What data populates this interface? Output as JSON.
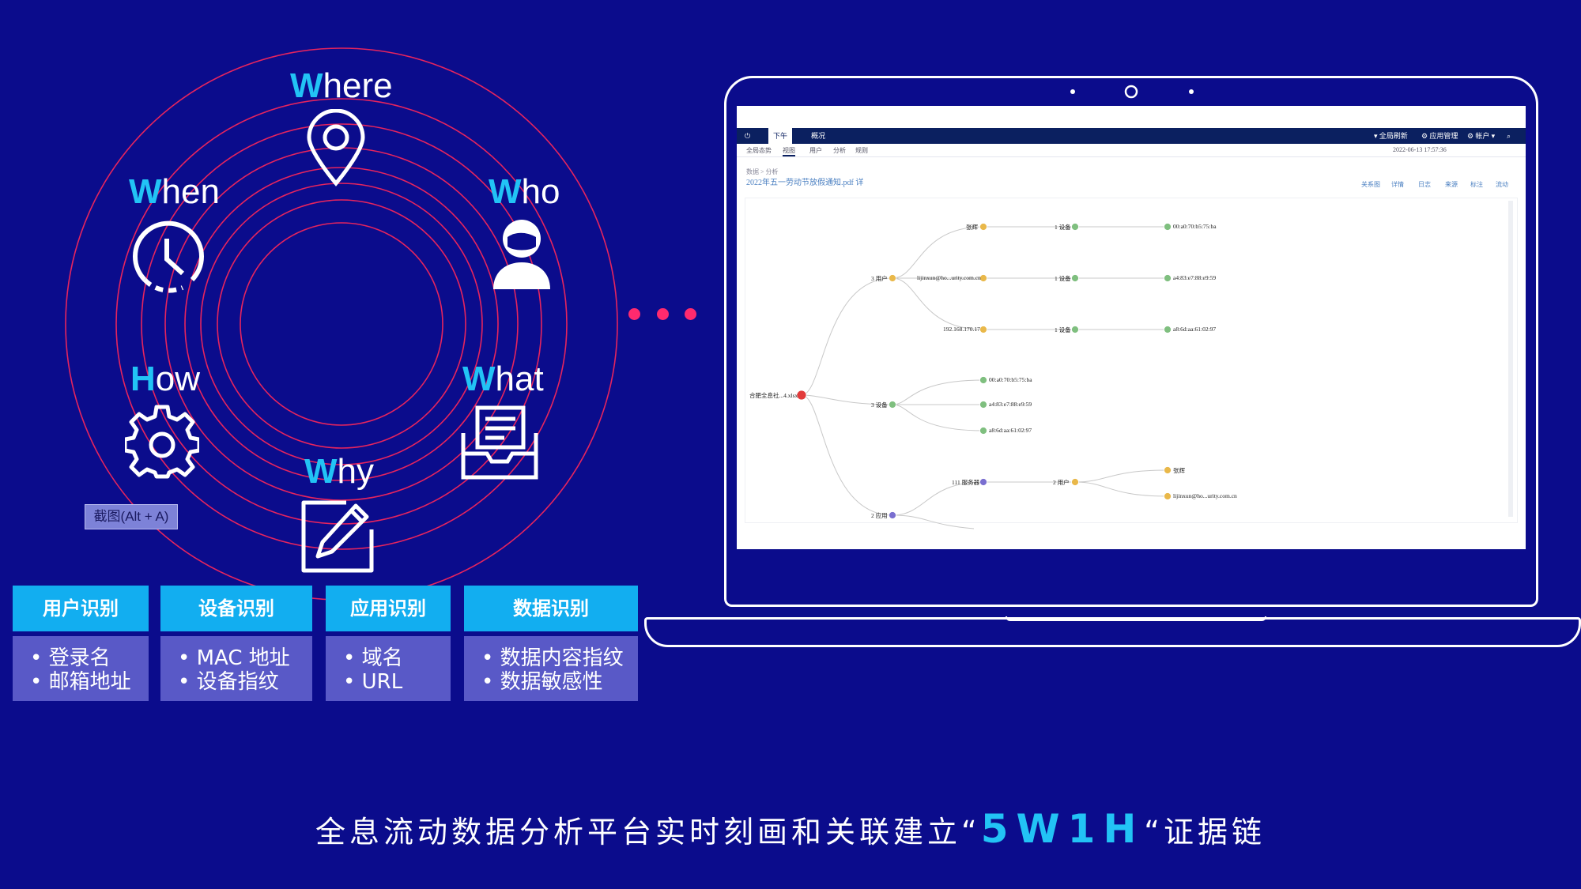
{
  "labels": {
    "where": {
      "first": "W",
      "rest": "here"
    },
    "when": {
      "first": "W",
      "rest": "hen"
    },
    "who": {
      "first": "W",
      "rest": "ho"
    },
    "how": {
      "first": "H",
      "rest": "ow"
    },
    "what": {
      "first": "W",
      "rest": "hat"
    },
    "why": {
      "first": "W",
      "rest": "hy"
    }
  },
  "tooltip": "截图(Alt + A)",
  "cards": [
    {
      "title": "用户识别",
      "items": [
        "• 登录名",
        "• 邮箱地址"
      ]
    },
    {
      "title": "设备识别",
      "items": [
        "• MAC 地址",
        "• 设备指纹"
      ]
    },
    {
      "title": "应用识别",
      "items": [
        "• 域名",
        "• URL"
      ]
    },
    {
      "title": "数据识别",
      "items": [
        "• 数据内容指纹",
        "• 数据敏感性"
      ]
    }
  ],
  "caption": {
    "before": "全息流动数据分析平台实时刻画和关联建立“",
    "highlight": "5W1H",
    "after": "“证据链"
  },
  "colors": {
    "background": "#0b0c8c",
    "accent": "#22c3f5",
    "ring": "#e6245e",
    "card_head": "#12aef0",
    "card_body": "#5959c7"
  },
  "app": {
    "tabs": [
      "下午",
      "概况"
    ],
    "top_right": [
      "▾ 全局刷新",
      "⚙ 应用管理",
      "⚙ 帐户 ▾"
    ],
    "sub_tabs": [
      "全局态势",
      "视图",
      "用户",
      "分析",
      "规则"
    ],
    "date_text": "2022-06-13 17:57:36",
    "breadcrumb": "数据 > 分析",
    "doc_title": "2022年五一劳动节放假通知.pdf 详",
    "right_tabs": [
      "关系图",
      "详情",
      "日志",
      "来源",
      "标注",
      "流动"
    ],
    "graph_nodes": {
      "root": "合肥全息社...4.xlsx",
      "users": "3 用户",
      "devices": "3 设备",
      "apps": "2 应用",
      "user1": "张辉",
      "user2": "lijinxun@ho...urity.com.cn",
      "user3": "192.168.170.17",
      "dev_count": "1 设备",
      "mac1": "00:a0:70:b5:75:ba",
      "mac2": "a4:83:e7:88:e9:59",
      "mac3": "a8:6d:aa:61:02:97",
      "servers": "111 服务器",
      "users2": "2 用户",
      "leaf_user1": "张辉",
      "leaf_user2": "lijinxun@ho...urity.com.cn"
    }
  }
}
